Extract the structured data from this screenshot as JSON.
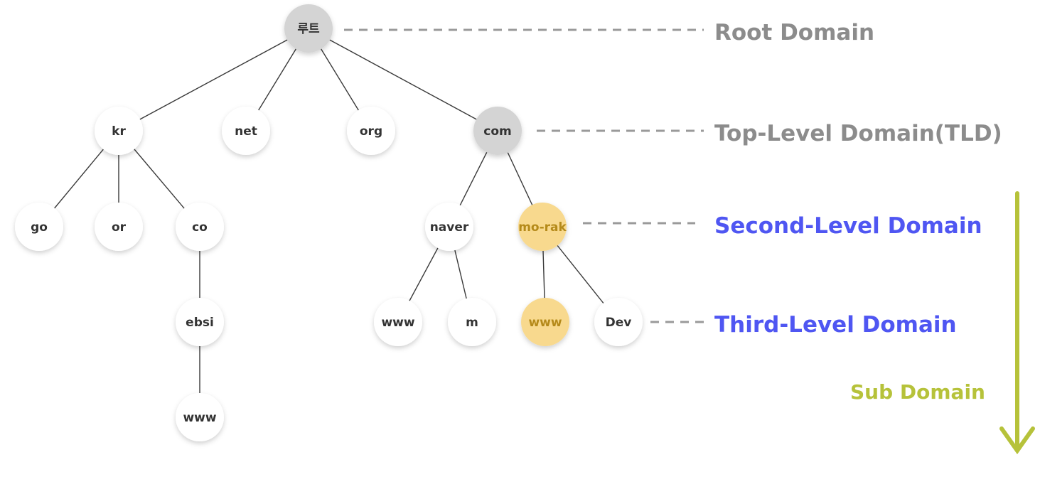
{
  "colors": {
    "gray_label": "#8c8c8c",
    "blue_label": "#4f56f2",
    "green_label": "#b6c23a",
    "node_white": "#ffffff",
    "node_gray": "#d4d4d4",
    "node_yellow": "#f8d98e"
  },
  "nodes": {
    "root": {
      "label": "루트",
      "style": "gray"
    },
    "kr": {
      "label": "kr",
      "style": "white"
    },
    "net": {
      "label": "net",
      "style": "white"
    },
    "org": {
      "label": "org",
      "style": "white"
    },
    "com": {
      "label": "com",
      "style": "gray"
    },
    "go": {
      "label": "go",
      "style": "white"
    },
    "or": {
      "label": "or",
      "style": "white"
    },
    "co": {
      "label": "co",
      "style": "white"
    },
    "ebsi": {
      "label": "ebsi",
      "style": "white"
    },
    "www_kr": {
      "label": "www",
      "style": "white"
    },
    "naver": {
      "label": "naver",
      "style": "white"
    },
    "morak": {
      "label": "mo-rak",
      "style": "yellow"
    },
    "www_naver": {
      "label": "www",
      "style": "white"
    },
    "m": {
      "label": "m",
      "style": "white"
    },
    "www_morak": {
      "label": "www",
      "style": "yellow"
    },
    "dev": {
      "label": "Dev",
      "style": "white"
    }
  },
  "edges": [
    [
      "root",
      "kr"
    ],
    [
      "root",
      "net"
    ],
    [
      "root",
      "org"
    ],
    [
      "root",
      "com"
    ],
    [
      "kr",
      "go"
    ],
    [
      "kr",
      "or"
    ],
    [
      "kr",
      "co"
    ],
    [
      "co",
      "ebsi"
    ],
    [
      "ebsi",
      "www_kr"
    ],
    [
      "com",
      "naver"
    ],
    [
      "com",
      "morak"
    ],
    [
      "naver",
      "www_naver"
    ],
    [
      "naver",
      "m"
    ],
    [
      "morak",
      "www_morak"
    ],
    [
      "morak",
      "dev"
    ]
  ],
  "levels": {
    "root": {
      "label": "Root Domain",
      "color": "gray"
    },
    "tld": {
      "label": "Top-Level Domain(TLD)",
      "color": "gray"
    },
    "second": {
      "label": "Second-Level Domain",
      "color": "blue"
    },
    "third": {
      "label": "Third-Level Domain",
      "color": "blue"
    }
  },
  "sub_domain": {
    "label": "Sub Domain",
    "color": "green"
  }
}
